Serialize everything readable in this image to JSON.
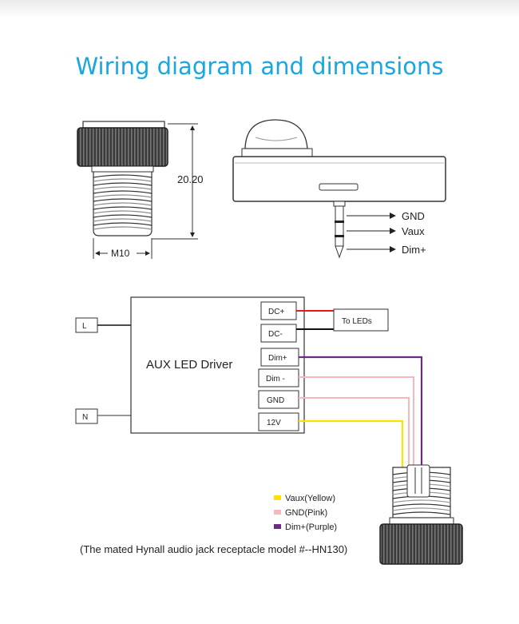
{
  "title": "Wiring diagram and dimensions",
  "dimensions": {
    "height": "20.20",
    "thread": "M10"
  },
  "jack_pins": {
    "gnd": "GND",
    "vaux": "Vaux",
    "dim": "Dim+"
  },
  "driver": {
    "name": "AUX LED Driver",
    "inputs": {
      "l": "L",
      "n": "N"
    },
    "terminals": [
      "DC+",
      "DC-",
      "Dim+",
      "Dim -",
      "GND",
      "12V"
    ],
    "output": "To LEDs"
  },
  "legend": [
    {
      "label": "Vaux(Yellow)",
      "color": "#ffe000"
    },
    {
      "label": "GND(Pink)",
      "color": "#f6b7be"
    },
    {
      "label": "Dim+(Purple)",
      "color": "#6c2a86"
    }
  ],
  "wire_colors": {
    "dc_plus": "#e21a1a",
    "dc_minus": "#111111"
  },
  "title_color": "#1aa6e0",
  "footnote": "(The mated Hynall audio jack receptacle model #--HN130)"
}
